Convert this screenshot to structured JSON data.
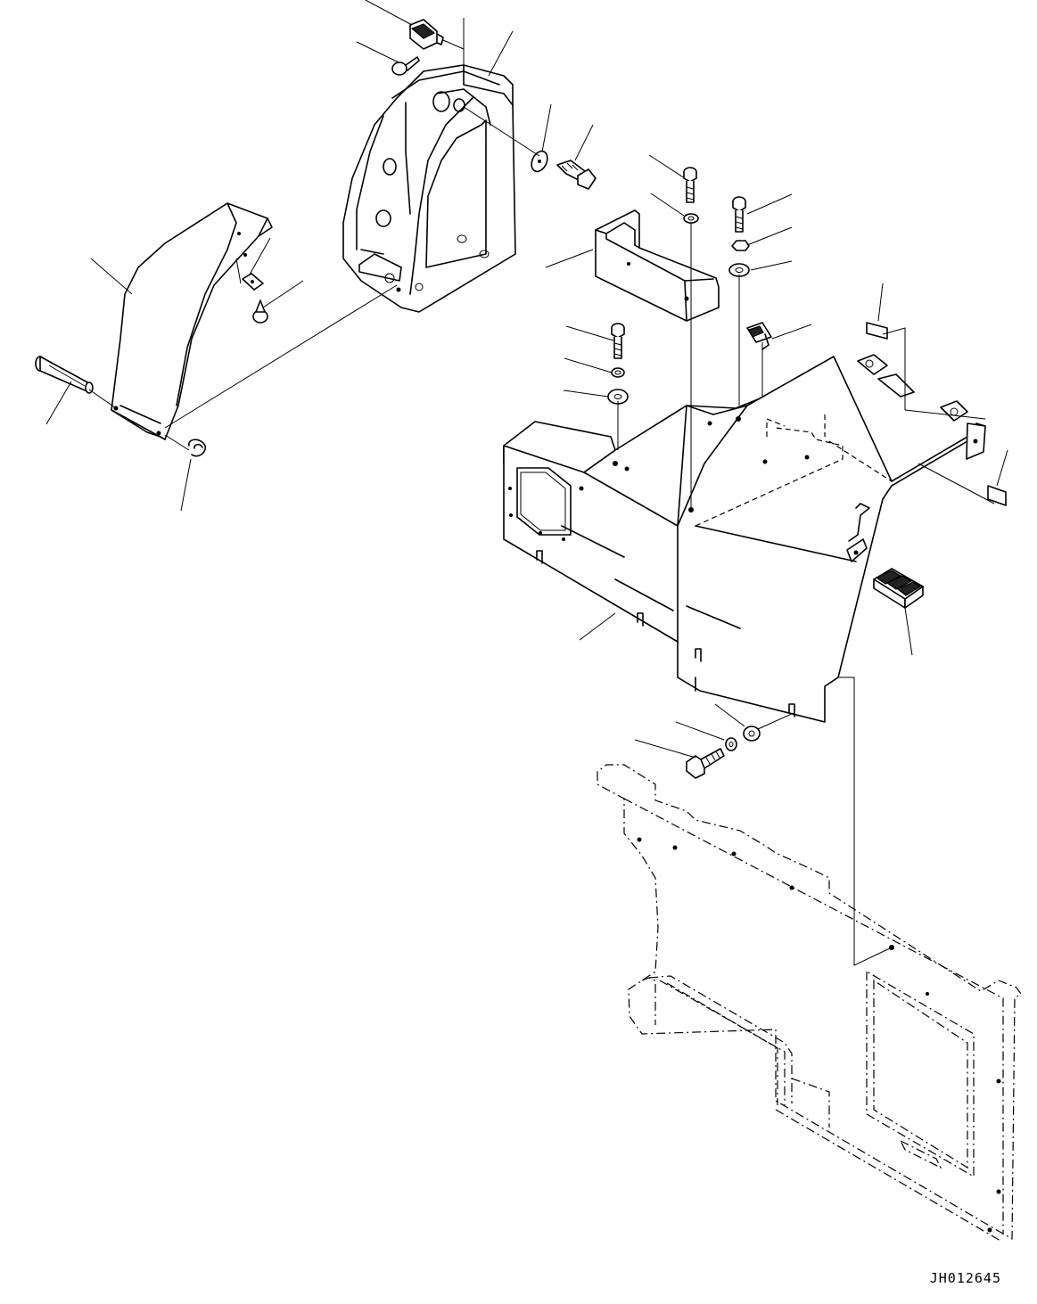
{
  "drawing": {
    "code": "JH012645"
  },
  "parts": [
    {
      "name": "top-clip"
    },
    {
      "name": "push-rivet"
    },
    {
      "name": "console-support-bracket"
    },
    {
      "name": "flat-washer-upper"
    },
    {
      "name": "flange-bolt-upper"
    },
    {
      "name": "side-cover-curved"
    },
    {
      "name": "nut-plate"
    },
    {
      "name": "grommet"
    },
    {
      "name": "pivot-pin"
    },
    {
      "name": "snap-ring"
    },
    {
      "name": "cover-bracket"
    },
    {
      "name": "main-cover-panel"
    },
    {
      "name": "cushion-pad"
    },
    {
      "name": "cab-floor-frame"
    }
  ]
}
